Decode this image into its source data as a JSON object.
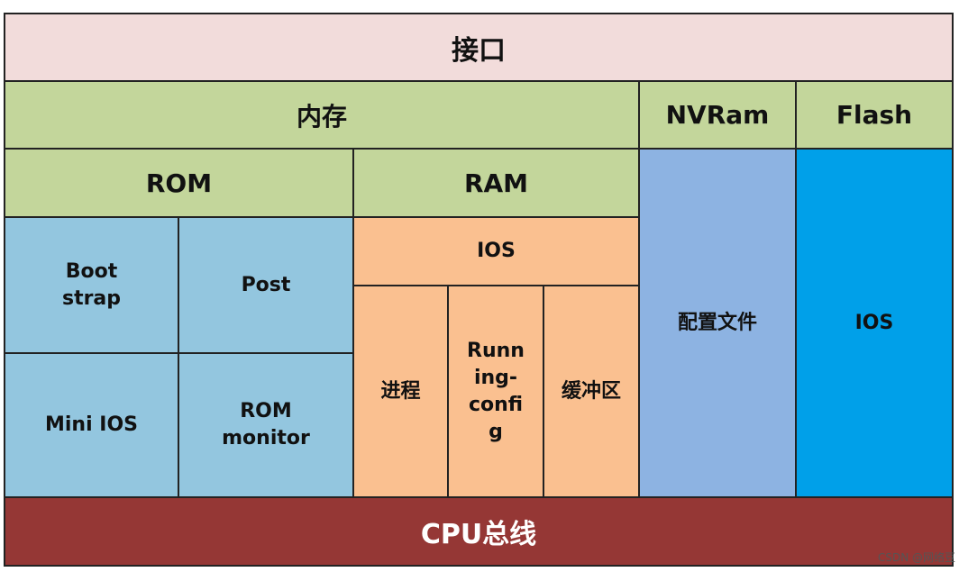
{
  "interface": "接口",
  "memory": "内存",
  "nvram": "NVRam",
  "flash": "Flash",
  "rom": "ROM",
  "ram": "RAM",
  "bootstrap": "Boot\nstrap",
  "post": "Post",
  "mini_ios": "Mini IOS",
  "rom_monitor": "ROM\nmonitor",
  "ram_ios": "IOS",
  "process": "进程",
  "running_config": "Runn\ning-\nconfi\ng",
  "buffer": "缓冲区",
  "config_file": "配置文件",
  "flash_ios": "IOS",
  "cpu_bus": "CPU总线",
  "watermark": "CSDN @网络豆"
}
